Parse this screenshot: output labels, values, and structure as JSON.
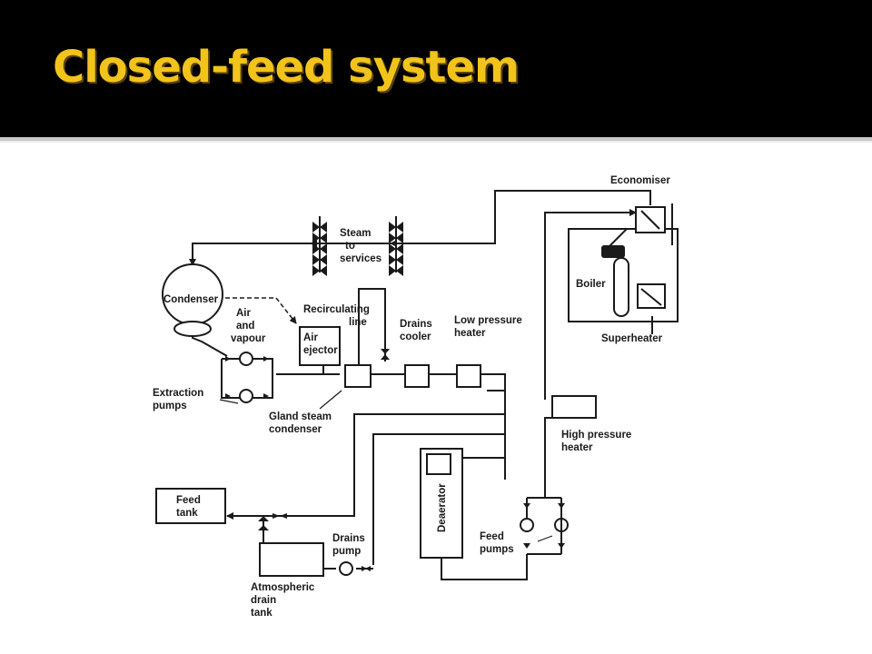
{
  "slide": {
    "title": "Closed-feed system"
  },
  "theme": {
    "header_bg": "#000000",
    "title_color": "#f2c31b"
  },
  "diagram": {
    "labels": {
      "economiser": "Economiser",
      "steam_line1": "Steam",
      "steam_line2": "to",
      "steam_line3": "services",
      "condenser": "Condenser",
      "recirc_line1": "Recirculating",
      "recirc_line2": "line",
      "drains_cooler_line1": "Drains",
      "drains_cooler_line2": "cooler",
      "lp_heater_line1": "Low pressure",
      "lp_heater_line2": "heater",
      "boiler": "Boiler",
      "superheater": "Superheater",
      "air_vapour_line1": "Air",
      "air_vapour_line2": "and",
      "air_vapour_line3": "vapour",
      "air_ejector_line1": "Air",
      "air_ejector_line2": "ejector",
      "extraction_line1": "Extraction",
      "extraction_line2": "pumps",
      "gland_line1": "Gland steam",
      "gland_line2": "condenser",
      "hp_heater_line1": "High pressure",
      "hp_heater_line2": "heater",
      "feed_tank_line1": "Feed",
      "feed_tank_line2": "tank",
      "deaerator": "Deaerator",
      "drains_pump_line1": "Drains",
      "drains_pump_line2": "pump",
      "feed_pumps_line1": "Feed",
      "feed_pumps_line2": "pumps",
      "atm_line1": "Atmospheric",
      "atm_line2": "drain",
      "atm_line3": "tank"
    }
  }
}
